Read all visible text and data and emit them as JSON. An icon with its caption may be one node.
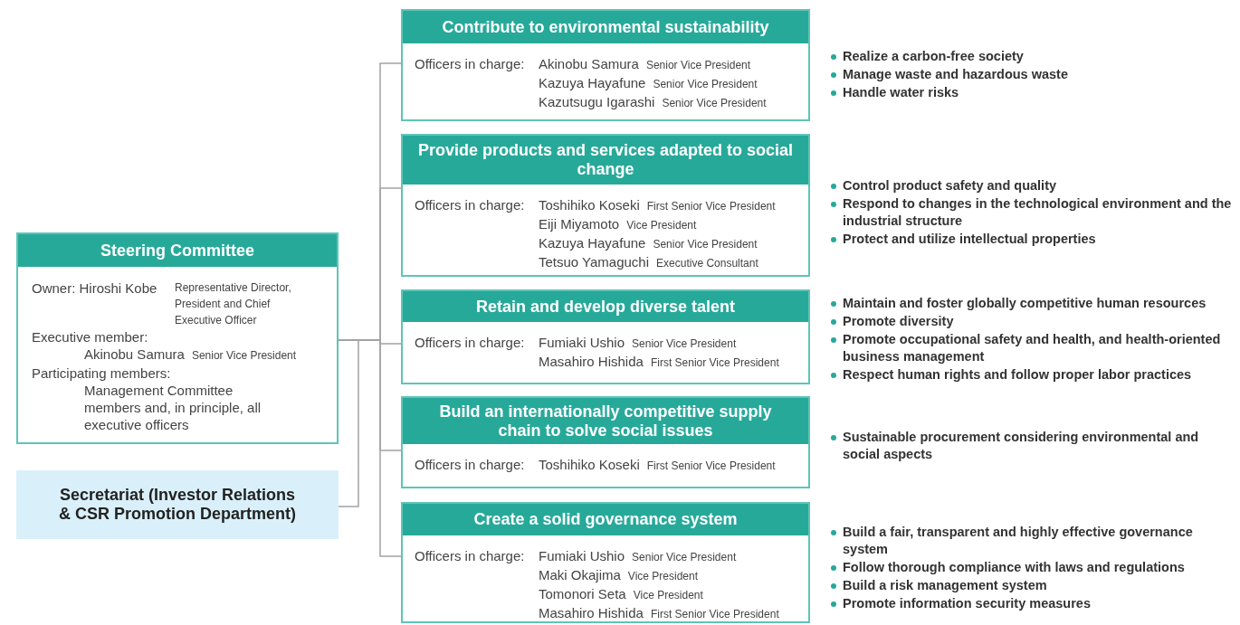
{
  "diagram": {
    "nodes": [
      {
        "text": [
          "Steering Committee",
          "Owner: Hiroshi Kobe",
          "Representative Director, President and Chief Executive Officer",
          "Executive member:",
          "Akinobu Samura",
          "Senior Vice President",
          "Participating members:",
          "Management Committee members and, in principle, all executive officers"
        ]
      },
      {
        "text": [
          "Secretariat (Investor Relations & CSR Promotion Department)"
        ]
      },
      {
        "text": [
          "Contribute to environmental sustainability",
          "Officers in charge:",
          "Akinobu Samura",
          "Senior Vice President",
          "Kazuya Hayafune",
          "Senior Vice President",
          "Kazutsugu Igarashi",
          "Senior Vice President"
        ],
        "beside": [
          "Realize a carbon-free society",
          "Manage waste and hazardous waste",
          "Handle water risks"
        ]
      },
      {
        "text": [
          "Provide products and services adapted to social change",
          "Officers in charge:",
          "Toshihiko Koseki",
          "First Senior Vice President",
          "Eiji Miyamoto",
          "Vice President",
          "Kazuya Hayafune",
          "Senior Vice President",
          "Tetsuo Yamaguchi",
          "Executive Consultant"
        ],
        "beside": [
          "Control product safety and quality",
          "Respond to changes in the technological environment and the industrial structure",
          "Protect and utilize intellectual properties"
        ]
      },
      {
        "text": [
          "Retain and develop diverse talent",
          "Officers in charge:",
          "Fumiaki Ushio",
          "Senior Vice President",
          "Masahiro Hishida",
          "First Senior Vice President"
        ],
        "beside": [
          "Maintain and foster globally competitive human resources",
          "Promote diversity",
          "Promote occupational safety and health, and health-oriented business management",
          "Respect human rights and follow proper labor practices"
        ]
      },
      {
        "text": [
          "Build an internationally competitive supply chain to solve social issues",
          "Officers in charge:",
          "Toshihiko Koseki",
          "First Senior Vice President"
        ],
        "beside": [
          "Sustainable procurement considering environmental and social aspects"
        ]
      },
      {
        "text": [
          "Create a solid governance system",
          "Officers in charge:",
          "Fumiaki Ushio",
          "Senior Vice President",
          "Maki Okajima",
          "Vice President",
          "Tomonori Seta",
          "Vice President",
          "Masahiro Hishida",
          "First Senior Vice President"
        ],
        "beside": [
          "Build a fair, transparent and highly effective governance system",
          "Follow thorough compliance with laws and regulations",
          "Build a risk management system",
          "Promote information security measures"
        ]
      }
    ],
    "edges": [
      {
        "from": 0,
        "to": 2,
        "arrow": "none"
      },
      {
        "from": 0,
        "to": 3,
        "arrow": "none"
      },
      {
        "from": 0,
        "to": 4,
        "arrow": "none"
      },
      {
        "from": 0,
        "to": 5,
        "arrow": "none"
      },
      {
        "from": 0,
        "to": 6,
        "arrow": "none"
      },
      {
        "from": 1,
        "to": 0,
        "arrow": "none"
      }
    ]
  }
}
